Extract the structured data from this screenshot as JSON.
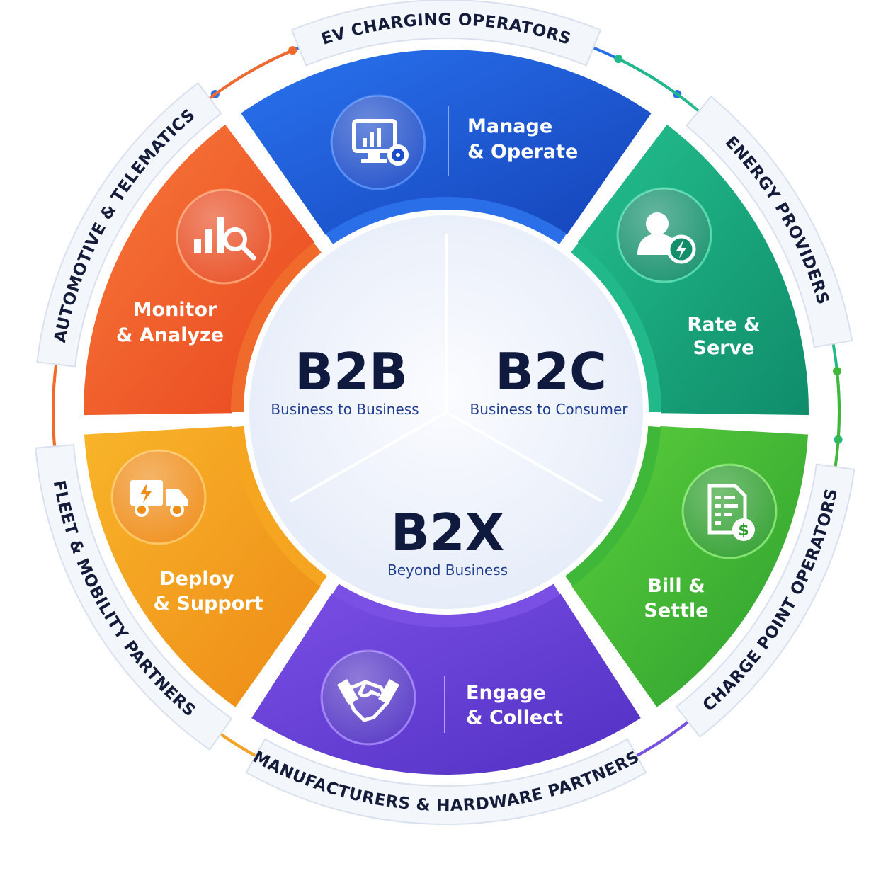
{
  "core": {
    "b2b": {
      "title": "B2B",
      "subtitle": "Business to Business"
    },
    "b2c": {
      "title": "B2C",
      "subtitle": "Business to Consumer"
    },
    "b2x": {
      "title": "B2X",
      "subtitle": "Beyond Business"
    }
  },
  "segments": [
    {
      "id": "manage",
      "line1": "Manage",
      "line2": "& Operate",
      "icon": "monitor-gear-icon",
      "color": "#1f55d6"
    },
    {
      "id": "rate",
      "line1": "Rate &",
      "line2": "Serve",
      "icon": "user-lightning-icon",
      "color": "#16a37a"
    },
    {
      "id": "bill",
      "line1": "Bill &",
      "line2": "Settle",
      "icon": "invoice-dollar-icon",
      "color": "#3fb83a"
    },
    {
      "id": "engage",
      "line1": "Engage",
      "line2": "& Collect",
      "icon": "handshake-icon",
      "color": "#6a3fd4"
    },
    {
      "id": "deploy",
      "line1": "Deploy",
      "line2": "& Support",
      "icon": "delivery-truck-icon",
      "color": "#f39a1c"
    },
    {
      "id": "monitor",
      "line1": "Monitor",
      "line2": "& Analyze",
      "icon": "chart-magnifier-icon",
      "color": "#f05a28"
    }
  ],
  "partners": [
    {
      "id": "ev",
      "label": "EV CHARGING OPERATORS"
    },
    {
      "id": "energy",
      "label": "ENERGY PROVIDERS"
    },
    {
      "id": "cpo",
      "label": "CHARGE POINT OPERATORS"
    },
    {
      "id": "mfr",
      "label": "MANUFACTURERS & HARDWARE PARTNERS"
    },
    {
      "id": "fleet",
      "label": "FLEET & MOBILITY PARTNERS"
    },
    {
      "id": "auto",
      "label": "AUTOMOTIVE & TELEMATICS"
    }
  ]
}
